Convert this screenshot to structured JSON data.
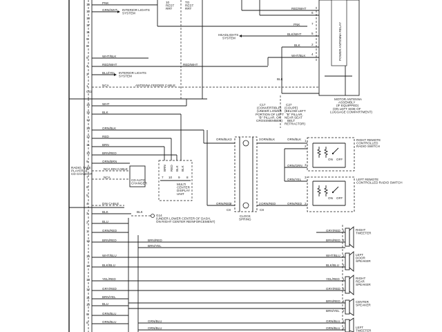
{
  "top_labels": {
    "pnk": "PNK",
    "grn_wht": "GRN/WHT",
    "interior_lights_1": "INTERIOR LIGHTS\nSYSTEM",
    "red_wht_top": "RED/WHT",
    "pnk_right": "PNK",
    "blk_wht": "BLK/WHT",
    "headlights": "HEADLIGHTS\nSYSTEM",
    "wht_blk": "WHT/BLK",
    "red_wht_mid": "RED/WHT",
    "red_wht_right": "RED/WHT",
    "blu_yel": "BLU/YEL",
    "interior_lights_2": "INTERIOR LIGHTS\nSYSTEM",
    "blk_right": "BLK",
    "blk_mid": "BLK",
    "wht_blk_right": "WHT/BLK",
    "nca": "NCA",
    "antenna_cable": "ANTENNA FEEDER CABLE",
    "top_tiny_1": "10\nREST\nRRT",
    "top_tiny_2": "TO\nREST\nRRT"
  },
  "motor_antenna": {
    "vertical_label": "POWER ANTENNA RELAY",
    "caption": "MOTOR ANTENNA\nASSEMBLY\n(IF EQUIPPED)\n(ON LEFT SIDE OF\nLUGGAGE COMPARTMENT)",
    "c_left": "C17\n(CONVERTIBLE)\n(UNDER LOWER\nPORTION OF LEFT\n\"B\" PILLAR, ON\nCROSSMEMBER)",
    "c_right": "C27\n(COUPE)\n(BELOW LEFT\n\"B\" PILLAR,\nNEAR SEAT\nBELT\nRETRACTOR)"
  },
  "radio_pins": {
    "pin_numbers": [
      "14",
      "12",
      "13",
      "15",
      "16",
      "11",
      "10",
      "9",
      "8",
      "7",
      "6",
      "5",
      "4",
      "3",
      "2",
      "1"
    ],
    "pin_numbers_lower": [
      "12",
      "11",
      "10",
      "9",
      "8",
      "7",
      "6",
      "5",
      "4",
      "3",
      "2",
      "1"
    ],
    "left_top": [
      "16",
      "15",
      "14",
      "13",
      "12",
      "11",
      "10",
      "9",
      "8",
      "7",
      "6",
      "5",
      "4",
      "3",
      "2",
      "1"
    ]
  },
  "radio_side_wires": [
    "WHT",
    "BLK",
    "ORN/BLK",
    "RED",
    "BRN",
    "BRN/RED",
    "ORN/BRN",
    "NCA DIN CABLE",
    "NCA",
    "DIN CABLE"
  ],
  "radio_device": {
    "label": "RADIO, TAPE\nPLAYER, &\nCD CHANGER",
    "cd_box": "CD AUTO\nCHANGER",
    "mcd": "MULTI\nCENTER\nDISPLAY\nUNIT",
    "mcd_wires": [
      "BRN",
      "RED",
      "BLK",
      "BLK"
    ],
    "mcd_pins": [
      "7",
      "10",
      "9",
      "8"
    ]
  },
  "clock_spring": {
    "label": "CLOCK\nSPRING",
    "c1": "C8",
    "c2": "C8",
    "pins": [
      "3",
      "3",
      "2",
      "2"
    ]
  },
  "steering_wires": {
    "orn_blk_l": "ORN/BLK",
    "orn_blk_r": "ORN/BLK",
    "orn_red_l": "ORN/RED",
    "orn_red_r": "ORN/RED",
    "orn_grn": "ORN/GRN",
    "orn_yel": "ORN/YEL",
    "pin1": "1",
    "pin2": "2",
    "pin3": "3"
  },
  "switches": {
    "right": "RIGHT REMOTE\nCONTROLLED\nRADIO SWITCH",
    "left": "LEFT REMOTE\nCONTROLLED\nRADIO SWITCH",
    "on": "ON",
    "off": "OFF"
  },
  "ground_note": {
    "wire": "BLK",
    "label": "G14\n(UNDER LOWER CENTER OF DASH,\nON RIGHT CENTER REINFORCEMENT)"
  },
  "speaker_wires_left": [
    "BLK",
    "BLU",
    "GRN/RED",
    "BRN/RED",
    "WHT/BLU",
    "BLK/BLU",
    "YEL/RED",
    "GRY/RED",
    "BRN/YEL",
    "BLU",
    "GRN/BLU",
    "ORN/BLU"
  ],
  "speaker_wires_mid": [
    "BRN/RED",
    "BRN/YEL",
    "GRN/BLU",
    "ORN/BLU"
  ],
  "speakers": [
    {
      "name": "RIGHT\nTWEETER",
      "w1": "GRY/RED",
      "w2": "BRN/RED",
      "p1": "1",
      "p2": "2"
    },
    {
      "name": "LEFT\nDOOR\nSPEAKER",
      "w1": "WHT/BLU",
      "w2": "BLK/BLU",
      "p1": "1",
      "p2": "2"
    },
    {
      "name": "RIGHT\nREAR\nSPEAKER",
      "w1": "YEL/RED",
      "w2": "GRY/RED",
      "p1": "1",
      "p2": "2"
    },
    {
      "name": "CENTER\nSPEAKER",
      "w1": "BRN/RED",
      "w2": "BRN/YEL",
      "p1": "1",
      "p2": "2"
    },
    {
      "name": "LEFT\nTWEETER",
      "w1": "GRN/BLU",
      "w2": "ORN/BLU",
      "p1": "1",
      "p2": "2"
    }
  ]
}
